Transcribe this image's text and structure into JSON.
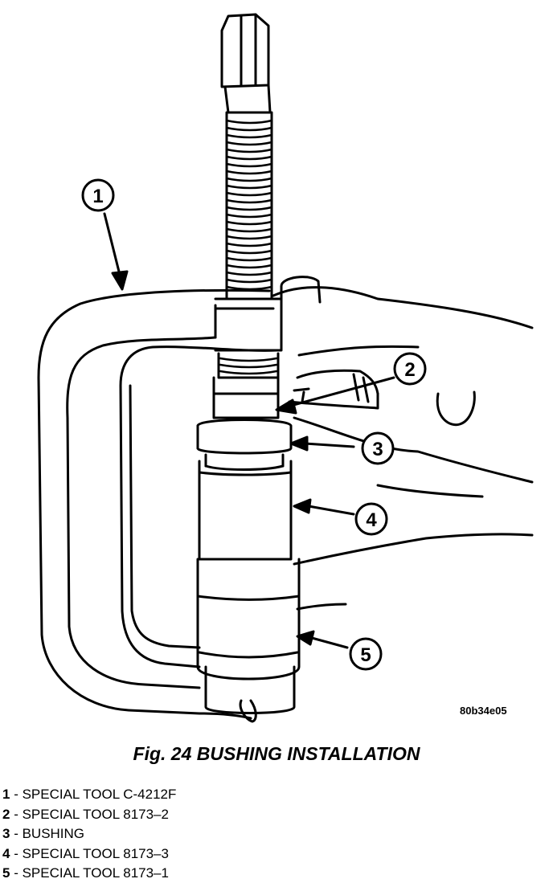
{
  "figure": {
    "code": "80b34e05",
    "caption": "Fig. 24 BUSHING INSTALLATION",
    "callouts": [
      "1",
      "2",
      "3",
      "4",
      "5"
    ]
  },
  "legend": [
    {
      "num": "1",
      "sep": " - ",
      "text": "SPECIAL TOOL C-4212F"
    },
    {
      "num": "2",
      "sep": " - ",
      "text": "SPECIAL TOOL 8173–2"
    },
    {
      "num": "3",
      "sep": " - ",
      "text": "BUSHING"
    },
    {
      "num": "4",
      "sep": " - ",
      "text": "SPECIAL TOOL 8173–3"
    },
    {
      "num": "5",
      "sep": " - ",
      "text": "SPECIAL TOOL 8173–1"
    }
  ]
}
